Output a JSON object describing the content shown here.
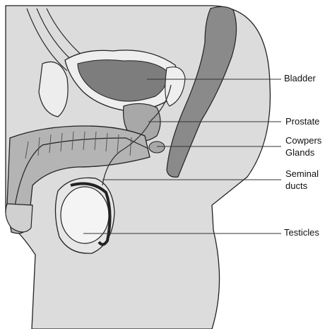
{
  "labels": {
    "bladder": "Bladder",
    "prostate": "Prostate",
    "cowpers_line1": "Cowpers",
    "cowpers_line2": "Glands",
    "seminal_line1": "Seminal",
    "seminal_line2": "ducts",
    "testicles": "Testicles"
  },
  "colors": {
    "outline": "#222222",
    "body_fill": "#dcdcdc",
    "organ_dark": "#7d7d7d",
    "organ_mid": "#a8a8a8",
    "organ_light": "#f4f4f4",
    "leader_line": "#333333"
  }
}
